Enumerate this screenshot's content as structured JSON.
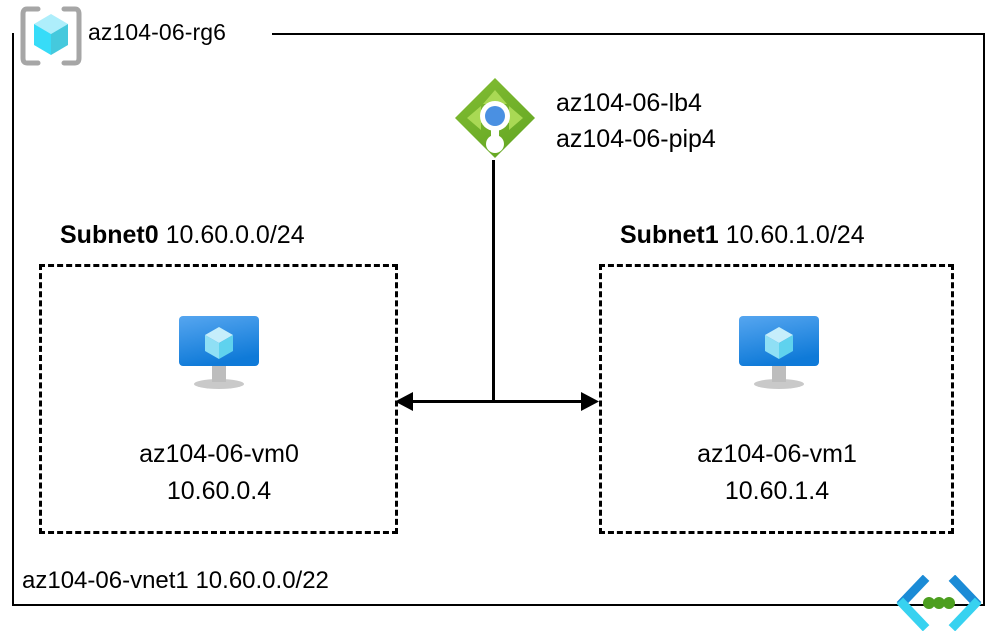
{
  "diagram": {
    "title": "az104-06-rg6",
    "resource_group": {
      "name": "az104-06-rg6",
      "icon": "resource-group-cube-icon"
    },
    "load_balancer": {
      "icon": "load-balancer-icon",
      "name": "az104-06-lb4",
      "public_ip": "az104-06-pip4"
    },
    "subnets": [
      {
        "name": "Subnet0",
        "cidr": "10.60.0.0/24",
        "vm": {
          "icon": "virtual-machine-icon",
          "name": "az104-06-vm0",
          "ip": "10.60.0.4"
        }
      },
      {
        "name": "Subnet1",
        "cidr": "10.60.1.0/24",
        "vm": {
          "icon": "virtual-machine-icon",
          "name": "az104-06-vm1",
          "ip": "10.60.1.4"
        }
      }
    ],
    "vnet": {
      "name": "az104-06-vnet1",
      "cidr": "10.60.0.0/22",
      "label": "az104-06-vnet1 10.60.0.0/22",
      "icon": "virtual-network-icon"
    },
    "connector": {
      "type": "double-headed-arrow",
      "description": "bidirectional link between Subnet0 and Subnet1"
    },
    "colors": {
      "line": "#000000",
      "load_balancer_green": "#7ab32b",
      "load_balancer_arrow_green": "#a5d04a",
      "load_balancer_dot_blue": "#4a90e2",
      "cube_cyan_light": "#9ce6f5",
      "cube_cyan": "#2fd9f5",
      "cube_teal": "#3fc8d6",
      "bracket_gray": "#a6a6a6",
      "vm_blue": "#2c8ee8",
      "vm_gray": "#b3b3b3",
      "vnet_blue": "#1b8bd6",
      "vnet_cyan": "#37d2f0",
      "vnet_green": "#4c9e1f"
    }
  }
}
